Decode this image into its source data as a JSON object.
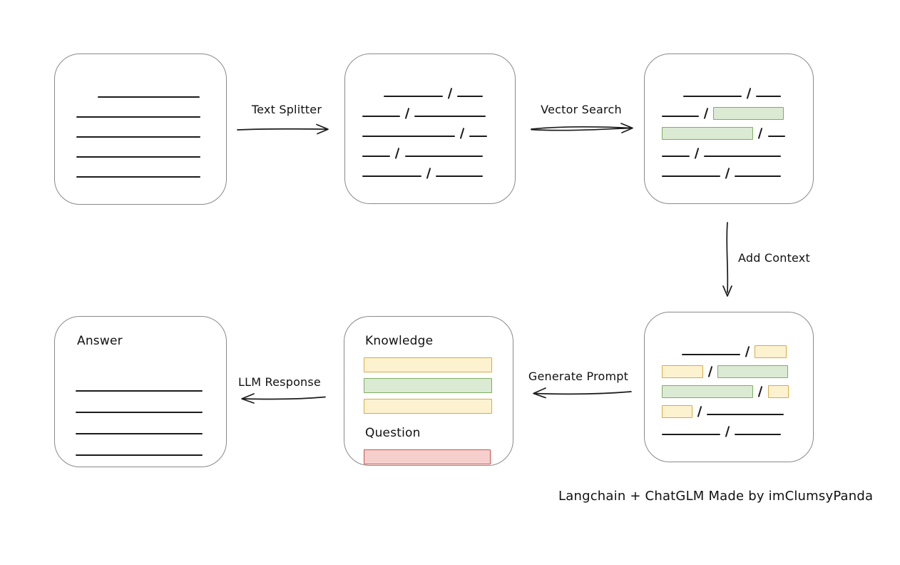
{
  "caption": "Langchain + ChatGLM Made by imClumsyPanda",
  "arrows": {
    "text_splitter": "Text Splitter",
    "vector_search": "Vector Search",
    "add_context": "Add Context",
    "generate_prompt": "Generate Prompt",
    "llm_response": "LLM Response"
  },
  "colors": {
    "ink": "#1b1b1b",
    "box_border": "#8a8a8a",
    "green_fill": "#dbead3",
    "green_border": "#7fad62",
    "yellow_fill": "#fdf2d0",
    "yellow_border": "#d6ac42",
    "red_fill": "#f6cfcd",
    "red_border": "#c2564f"
  },
  "nodes": {
    "source_document": {
      "rows": [
        [
          {
            "t": "gap",
            "w": 17
          },
          {
            "t": "line",
            "w": 80
          }
        ],
        [
          {
            "t": "line",
            "w": 98
          }
        ],
        [
          {
            "t": "line",
            "w": 98
          }
        ],
        [
          {
            "t": "line",
            "w": 98
          }
        ],
        [
          {
            "t": "line",
            "w": 98
          }
        ]
      ]
    },
    "split_chunks": {
      "rows": [
        [
          {
            "t": "gap",
            "w": 16
          },
          {
            "t": "line",
            "w": 44
          },
          {
            "t": "slash"
          },
          {
            "t": "line",
            "w": 19
          }
        ],
        [
          {
            "t": "line",
            "w": 28
          },
          {
            "t": "slash"
          },
          {
            "t": "line",
            "w": 53
          }
        ],
        [
          {
            "t": "line",
            "w": 69
          },
          {
            "t": "slash"
          },
          {
            "t": "line",
            "w": 13
          }
        ],
        [
          {
            "t": "line",
            "w": 21
          },
          {
            "t": "slash"
          },
          {
            "t": "line",
            "w": 58
          }
        ],
        [
          {
            "t": "line",
            "w": 44
          },
          {
            "t": "slash"
          },
          {
            "t": "line",
            "w": 35
          }
        ]
      ]
    },
    "matched_chunks": {
      "rows": [
        [
          {
            "t": "gap",
            "w": 16
          },
          {
            "t": "line",
            "w": 44
          },
          {
            "t": "slash"
          },
          {
            "t": "line",
            "w": 19
          }
        ],
        [
          {
            "t": "line",
            "w": 28
          },
          {
            "t": "slash"
          },
          {
            "t": "green",
            "w": 53
          }
        ],
        [
          {
            "t": "green",
            "w": 69
          },
          {
            "t": "slash"
          },
          {
            "t": "line",
            "w": 13
          }
        ],
        [
          {
            "t": "line",
            "w": 21
          },
          {
            "t": "slash"
          },
          {
            "t": "line",
            "w": 58
          }
        ],
        [
          {
            "t": "line",
            "w": 44
          },
          {
            "t": "slash"
          },
          {
            "t": "line",
            "w": 35
          }
        ]
      ]
    },
    "context_chunks": {
      "rows": [
        [
          {
            "t": "gap",
            "w": 15
          },
          {
            "t": "line",
            "w": 44
          },
          {
            "t": "slash"
          },
          {
            "t": "yellow",
            "w": 24
          }
        ],
        [
          {
            "t": "yellow",
            "w": 31
          },
          {
            "t": "slash"
          },
          {
            "t": "green",
            "w": 53
          }
        ],
        [
          {
            "t": "green",
            "w": 69
          },
          {
            "t": "slash"
          },
          {
            "t": "yellow",
            "w": 16
          }
        ],
        [
          {
            "t": "yellow",
            "w": 23
          },
          {
            "t": "slash"
          },
          {
            "t": "line",
            "w": 58
          }
        ],
        [
          {
            "t": "line",
            "w": 44
          },
          {
            "t": "slash"
          },
          {
            "t": "line",
            "w": 35
          }
        ]
      ]
    },
    "prompt": {
      "knowledge_label": "Knowledge",
      "question_label": "Question",
      "knowledge_bars": [
        [
          {
            "t": "ybar",
            "w": 99
          }
        ],
        [
          {
            "t": "gbar",
            "w": 99
          }
        ],
        [
          {
            "t": "ybar",
            "w": 99
          }
        ]
      ],
      "question_bars": [
        [
          {
            "t": "rbar",
            "w": 98
          }
        ]
      ]
    },
    "answer": {
      "label": "Answer",
      "rows": [
        [
          {
            "t": "line",
            "w": 99
          }
        ],
        [
          {
            "t": "line",
            "w": 99
          }
        ],
        [
          {
            "t": "line",
            "w": 99
          }
        ],
        [
          {
            "t": "line",
            "w": 99
          }
        ]
      ]
    }
  }
}
